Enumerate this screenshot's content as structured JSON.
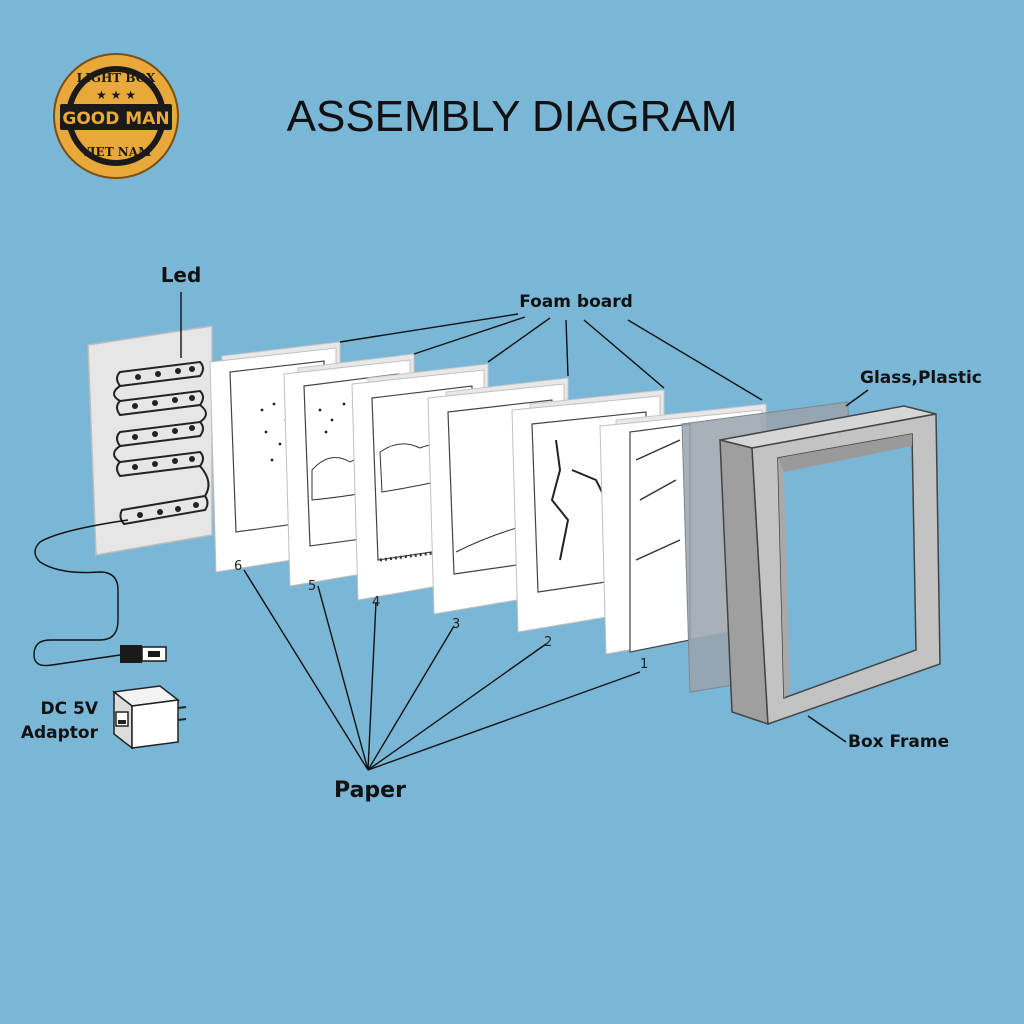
{
  "title": "ASSEMBLY DIAGRAM",
  "logo": {
    "top_text": "LIGHT BOX",
    "main_text": "GOOD MAN",
    "bottom_text": "VIET NAM",
    "stars": "★ ★ ★",
    "gold": "#e8a93a",
    "dark": "#1a1a1a"
  },
  "labels": {
    "led": "Led",
    "foam": "Foam board",
    "glass": "Glass,Plastic",
    "box": "Box Frame",
    "paper": "Paper",
    "adaptor_line1": "DC 5V",
    "adaptor_line2": "Adaptor"
  },
  "paper_numbers": [
    "6",
    "5",
    "4",
    "3",
    "2",
    "1"
  ],
  "colors": {
    "background": "#7ab6d5",
    "panel": "#ffffff",
    "frame_edge": "#c9c9c9",
    "glass": "#9aa3ab",
    "box": "#b3b3b3"
  }
}
